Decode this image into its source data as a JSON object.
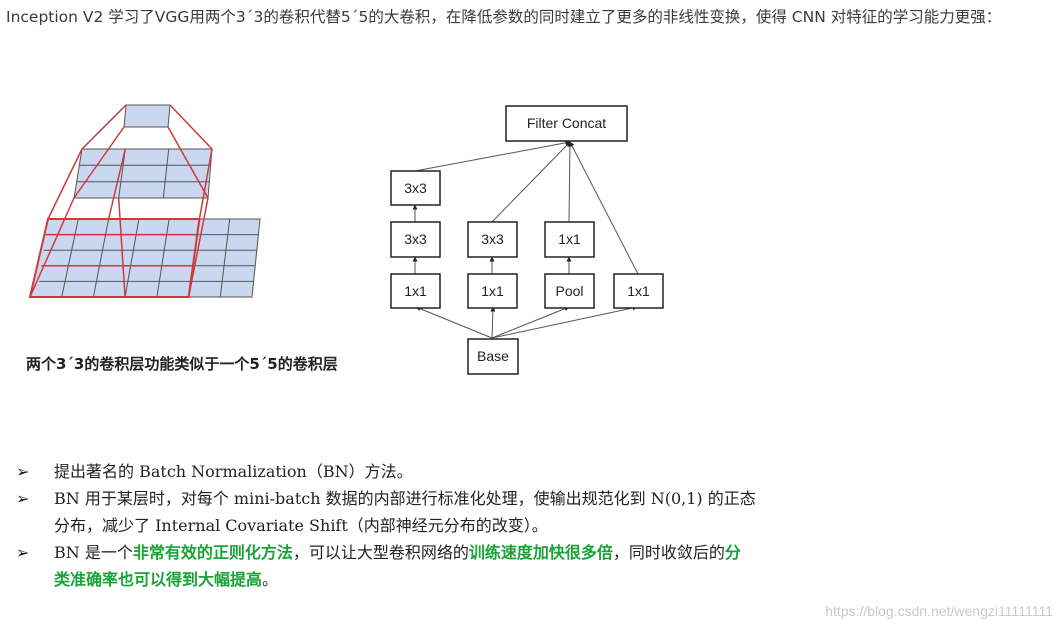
{
  "intro": "Inception V2 学习了VGG用两个3´3的卷积代替5´5的大卷积，在降低参数的同时建立了更多的非线性变换，使得 CNN 对特征的学习能力更强：",
  "figure_left": {
    "caption": "两个3´3的卷积层功能类似于一个5´5的卷积层"
  },
  "figure_right": {
    "top_box": "Filter Concat",
    "bottom_box": "Base",
    "columns": [
      {
        "boxes": [
          "3x3",
          "3x3",
          "1x1"
        ]
      },
      {
        "boxes": [
          "3x3",
          "1x1"
        ]
      },
      {
        "boxes": [
          "1x1",
          "Pool"
        ]
      },
      {
        "boxes": [
          "1x1"
        ]
      }
    ]
  },
  "bullets": [
    {
      "marker": "➢",
      "parts": [
        {
          "text": "提出著名的 Batch Normalization（BN）方法。",
          "green": false
        }
      ]
    },
    {
      "marker": "➢",
      "parts": [
        {
          "text": "BN 用于某层时，对每个 mini-batch 数据的内部进行标准化处理，使输出规范化到 N(0,1) 的正态分布，减少了 Internal Covariate Shift（内部神经元分布的改变）。",
          "green": false
        }
      ]
    },
    {
      "marker": "➢",
      "parts": [
        {
          "text": "BN 是一个",
          "green": false
        },
        {
          "text": "非常有效的正则化方法",
          "green": true
        },
        {
          "text": "，可以让大型卷积网络的",
          "green": false
        },
        {
          "text": "训练速度加快很多倍",
          "green": true
        },
        {
          "text": "，同时收敛后的",
          "green": false
        },
        {
          "text": "分类准确率也可以得到大幅提高",
          "green": true
        },
        {
          "text": "。",
          "green": false
        }
      ]
    }
  ],
  "watermark": "https://blog.csdn.net/wengzi11111111",
  "colors": {
    "grid_fill": "#c9d7f0",
    "grid_stroke": "#555555",
    "red_line": "#cc3b3b",
    "green_text": "#19a337"
  }
}
